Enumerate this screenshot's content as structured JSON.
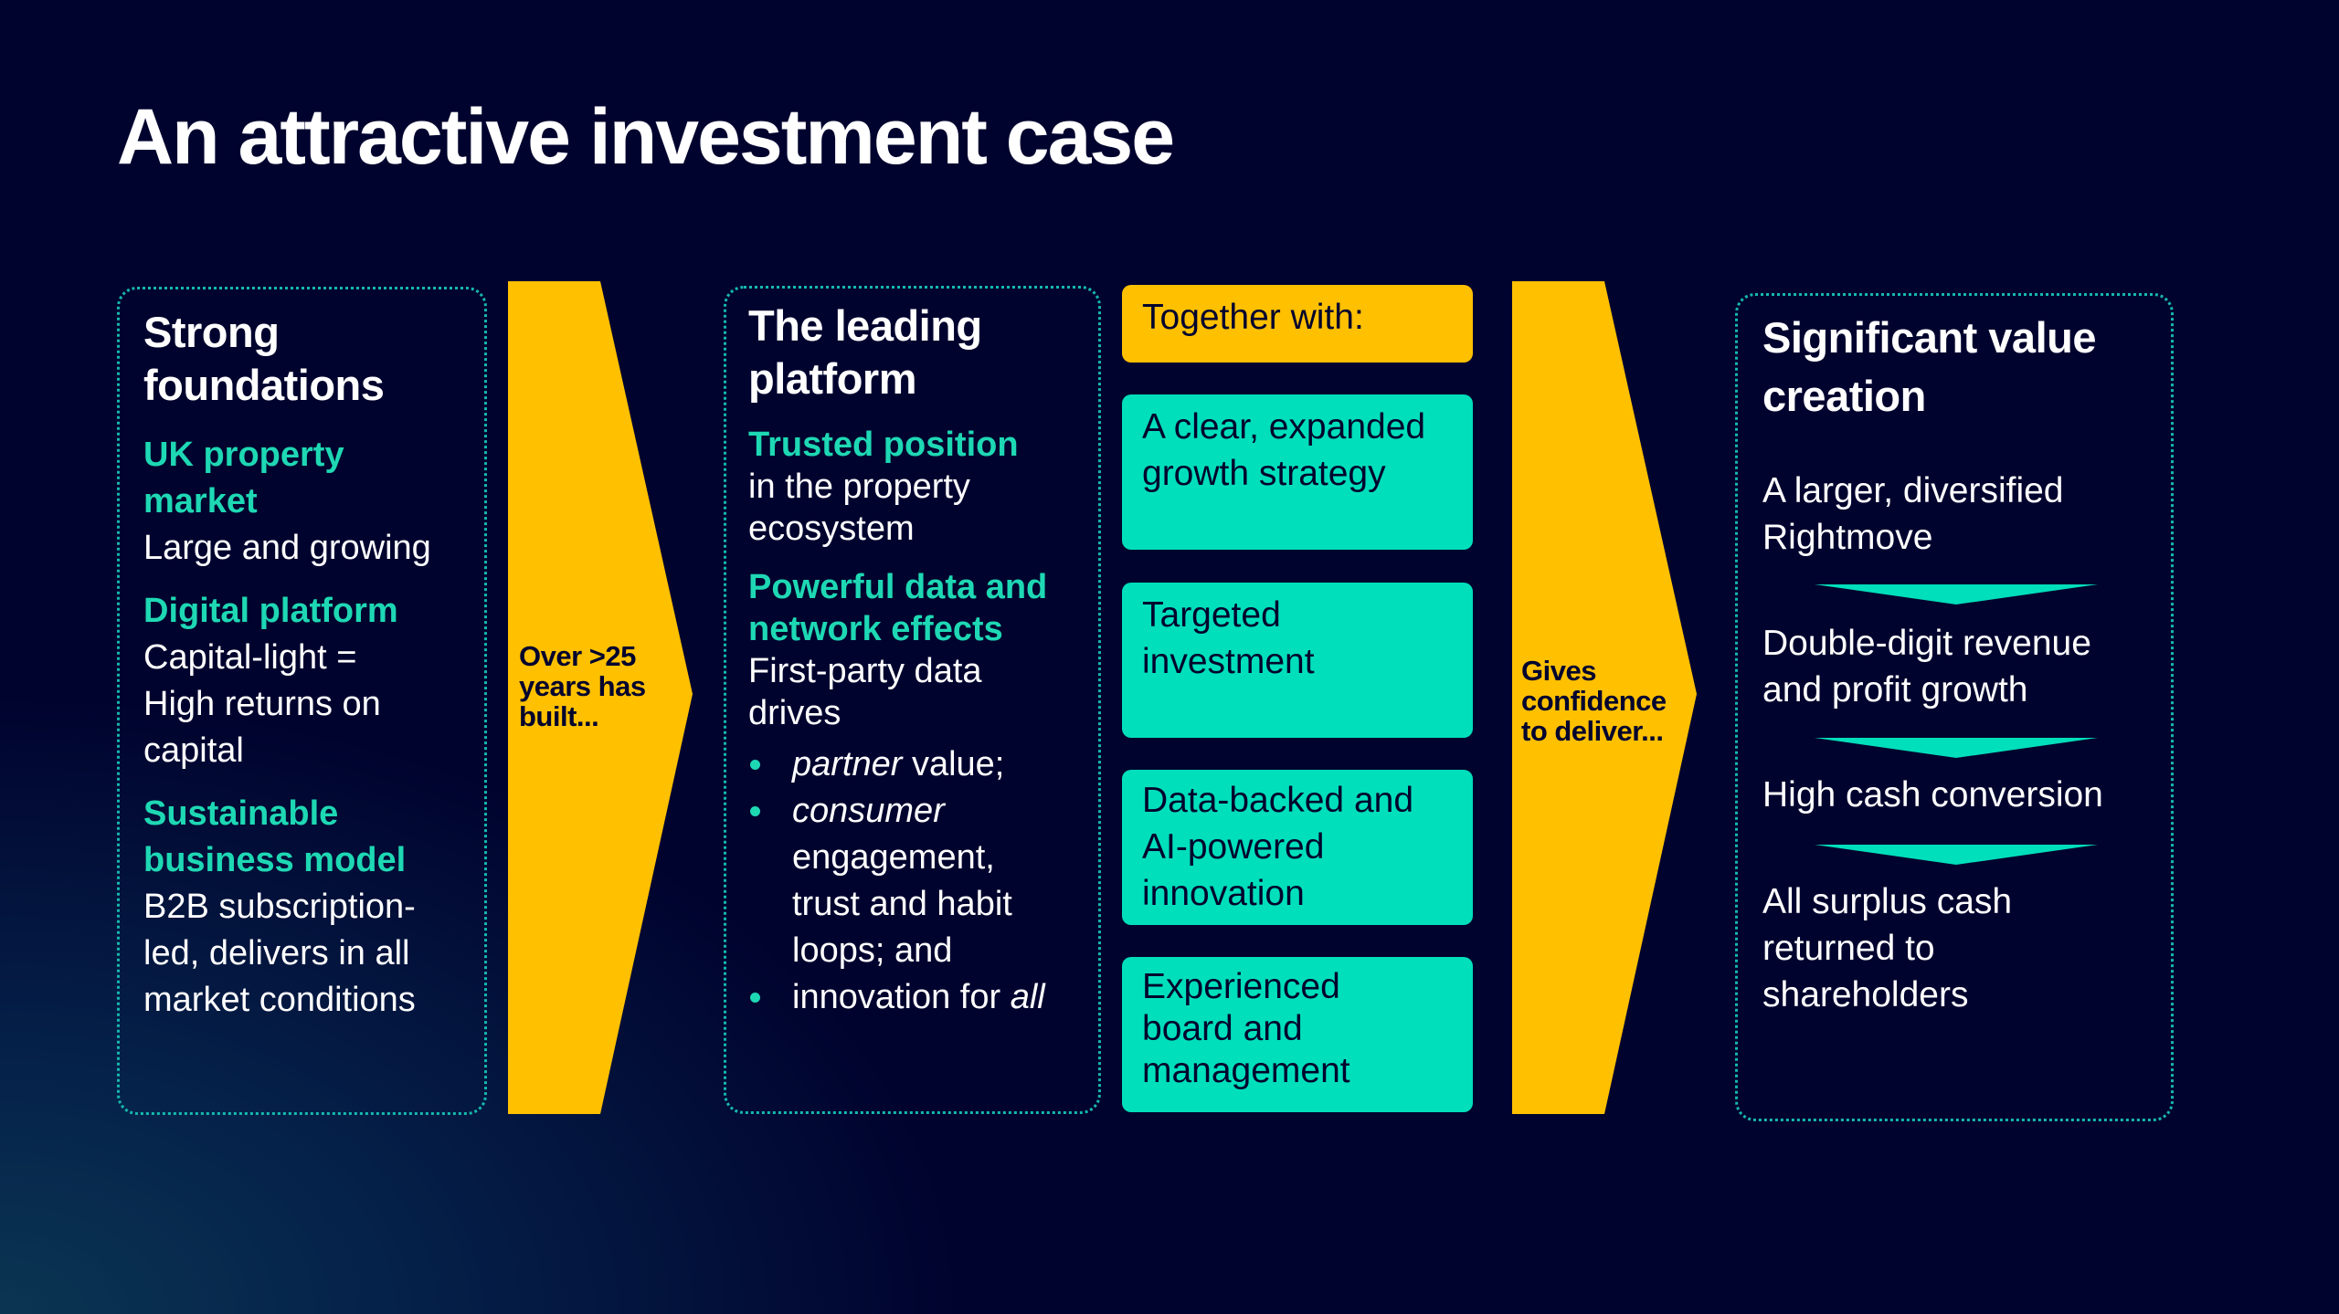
{
  "slide": {
    "title": "An attractive investment case",
    "colors": {
      "background": "#00032e",
      "accent_teal": "#00dfbb",
      "heading_teal": "#1ed8b4",
      "accent_yellow": "#ffc000",
      "dark_text": "#00042e",
      "border_dotted": "#16b8ad"
    }
  },
  "foundations": {
    "heading_line1": "Strong",
    "heading_line2": "foundations",
    "items": [
      {
        "title_line1": "UK property",
        "title_line2": "market",
        "body": [
          "Large and growing"
        ]
      },
      {
        "title_line1": "Digital platform",
        "title_line2": "",
        "body": [
          "Capital-light =",
          "High returns on",
          "capital"
        ]
      },
      {
        "title_line1": "Sustainable",
        "title_line2": "business model",
        "body": [
          "B2B subscription-",
          "led, delivers in all",
          "market conditions"
        ]
      }
    ]
  },
  "arrow1": {
    "line1": "Over >25",
    "line2": "years has",
    "line3": "built..."
  },
  "platform": {
    "heading_line1": "The leading",
    "heading_line2": "platform",
    "item1": {
      "title": "Trusted position",
      "body": [
        "in the property",
        "ecosystem"
      ]
    },
    "item2": {
      "title_line1": "Powerful data and",
      "title_line2": "network effects",
      "body": [
        "First-party data",
        "drives"
      ]
    },
    "bullets": [
      {
        "em": "partner",
        "rest": " value;"
      },
      {
        "em": "consumer",
        "rest": "",
        "cont": [
          "engagement,",
          "trust and habit",
          "loops; and"
        ]
      },
      {
        "em": "",
        "rest": "innovation for ",
        "em_end": "all"
      }
    ]
  },
  "together": {
    "header": "Together with:",
    "cards": [
      {
        "lines": [
          "A clear, expanded",
          "growth strategy"
        ]
      },
      {
        "lines": [
          "Targeted",
          "investment"
        ]
      },
      {
        "lines": [
          "Data-backed and",
          "AI-powered",
          "innovation"
        ]
      },
      {
        "lines": [
          "Experienced",
          "board and",
          "management"
        ]
      }
    ]
  },
  "arrow2": {
    "line1": "Gives",
    "line2": "confidence",
    "line3": "to deliver..."
  },
  "value": {
    "heading_line1": "Significant value",
    "heading_line2": "creation",
    "steps": [
      {
        "lines": [
          "A larger, diversified",
          "Rightmove"
        ]
      },
      {
        "lines": [
          "Double-digit revenue",
          "and profit growth"
        ]
      },
      {
        "lines": [
          "High cash conversion"
        ]
      },
      {
        "lines": [
          "All surplus cash",
          "returned to",
          "shareholders"
        ]
      }
    ]
  }
}
